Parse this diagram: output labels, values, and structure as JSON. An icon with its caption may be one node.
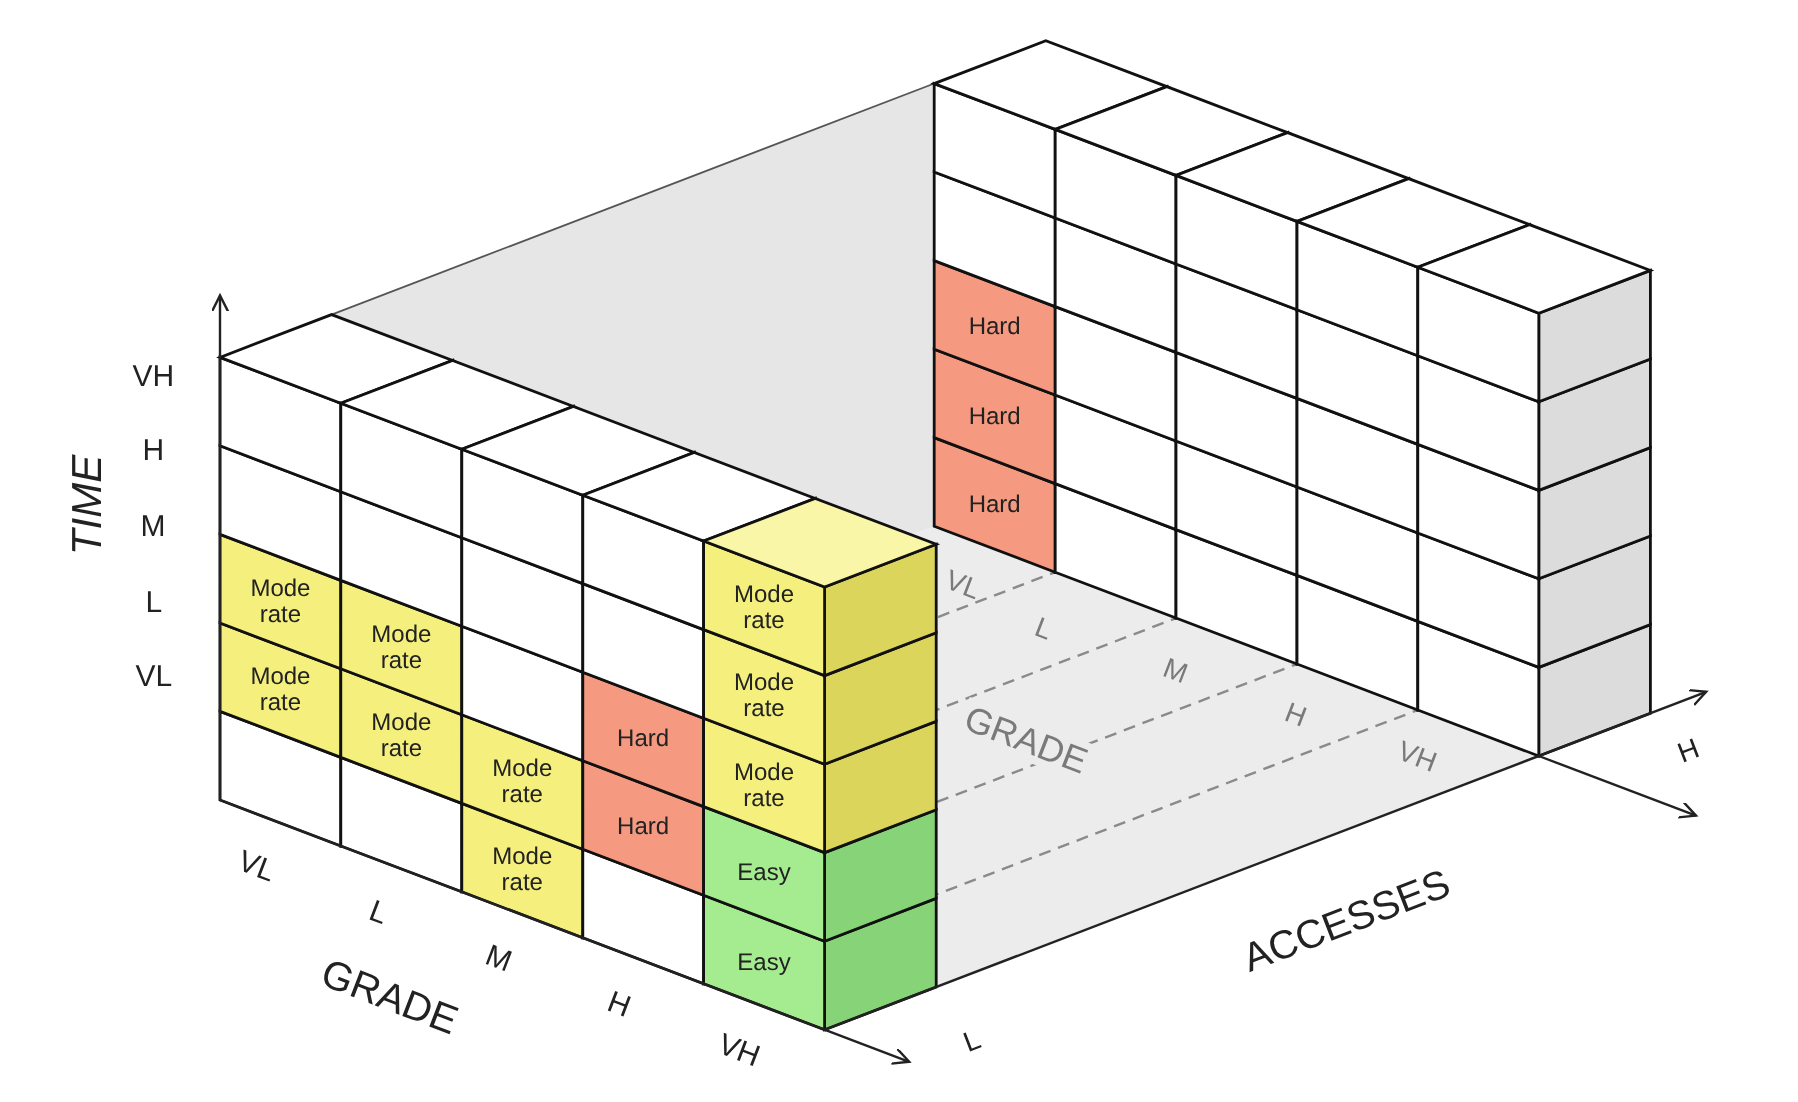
{
  "diagram": {
    "nodes": [
      {
        "text": [
          "Hard"
        ]
      },
      {
        "text": [
          "Hard"
        ]
      },
      {
        "text": [
          "Hard"
        ]
      },
      {
        "text": [
          "Mode rate"
        ]
      },
      {
        "text": [
          "Mode rate"
        ]
      },
      {
        "text": [
          "Mode rate"
        ]
      },
      {
        "text": [
          "Mode rate"
        ]
      },
      {
        "text": [
          "Mode rate"
        ]
      },
      {
        "text": [
          "Mode rate"
        ]
      },
      {
        "text": [
          "Hard"
        ]
      },
      {
        "text": [
          "Mode rate"
        ]
      },
      {
        "text": [
          "Mode rate"
        ]
      },
      {
        "text": [
          "Hard"
        ]
      },
      {
        "text": [
          "Mode rate"
        ]
      },
      {
        "text": [
          "Easy"
        ]
      },
      {
        "text": [
          "Easy"
        ]
      }
    ],
    "labels": [
      "VH",
      "H",
      "TIME",
      "M",
      "L",
      "VL",
      "VL",
      "L",
      "GRADE",
      "M",
      "H",
      "VH",
      "H",
      "VL",
      "L",
      "ACCESSES",
      "M",
      "GRADE",
      "H",
      "L",
      "VH"
    ]
  }
}
